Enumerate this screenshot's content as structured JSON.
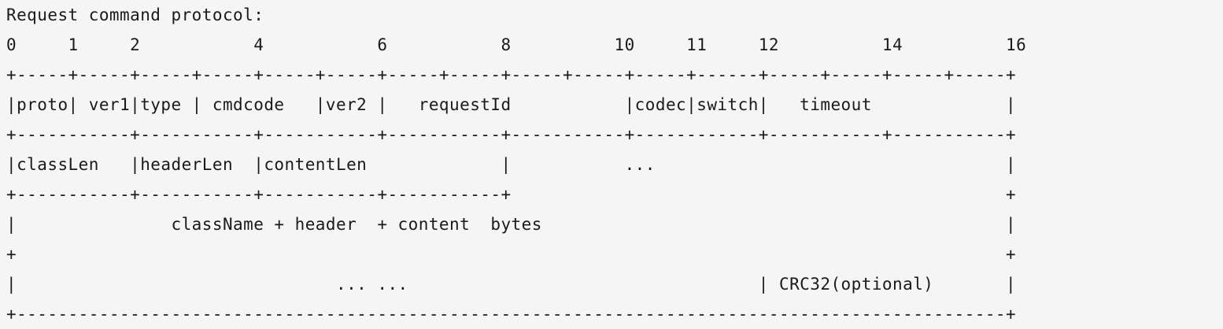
{
  "diagram": {
    "lines": [
      "Request command protocol:",
      "0     1     2           4           6           8          10     11     12          14          16",
      "+-----+-----+-----+-----+-----+-----+-----+-----+-----+-----+-----+------+-----+-----+-----+-----+",
      "|proto| ver1|type | cmdcode   |ver2 |   requestId           |codec|switch|   timeout             |",
      "+-----------+-----------+-----------+-----------+-----------+------------+-----------+-----------+",
      "|classLen   |headerLen  |contentLen             |           ...                                  |",
      "+-----------+-----------+-----------+-----------+                                                +",
      "|               className + header  + content  bytes                                             |",
      "+                                                                                                +",
      "|                               ... ...                                  | CRC32(optional)       |",
      "+------------------------------------------------------------------------------------------------+"
    ]
  }
}
